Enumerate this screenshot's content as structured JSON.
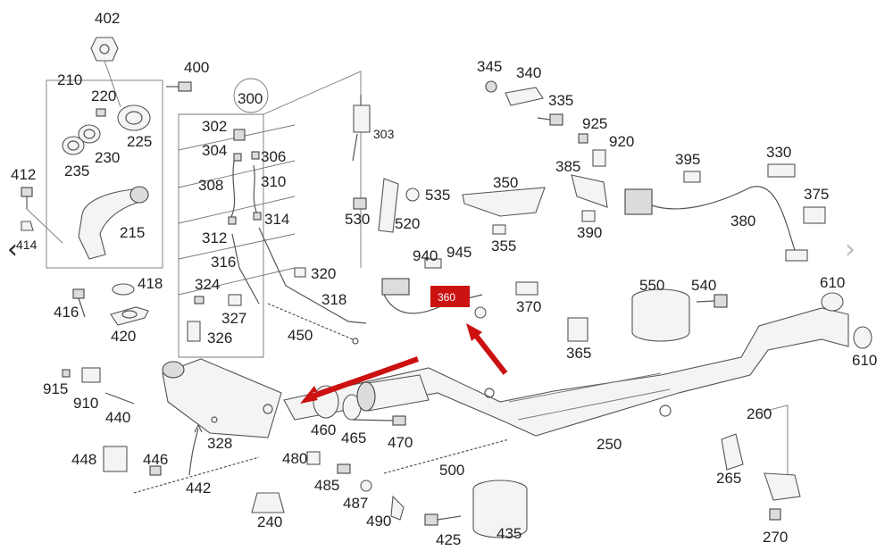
{
  "colors": {
    "line": "#555555",
    "label": "#222222",
    "highlight": "#cc1111"
  },
  "navigation": {
    "prev_icon": "‹",
    "next_icon": "›"
  },
  "callouts": [
    "402",
    "400",
    "210",
    "220",
    "225",
    "230",
    "235",
    "300",
    "302",
    "303",
    "304",
    "306",
    "308",
    "310",
    "314",
    "312",
    "316",
    "320",
    "318",
    "324",
    "327",
    "326",
    "450",
    "412",
    "414",
    "215",
    "418",
    "416",
    "420",
    "915",
    "910",
    "440",
    "328",
    "448",
    "446",
    "442",
    "240",
    "345",
    "340",
    "335",
    "925",
    "920",
    "385",
    "395",
    "330",
    "375",
    "380",
    "350",
    "535",
    "530",
    "520",
    "355",
    "390",
    "940",
    "945",
    "360",
    "370",
    "550",
    "540",
    "610",
    "610",
    "365",
    "460",
    "465",
    "470",
    "480",
    "485",
    "487",
    "490",
    "500",
    "425",
    "435",
    "250",
    "260",
    "265",
    "270"
  ]
}
